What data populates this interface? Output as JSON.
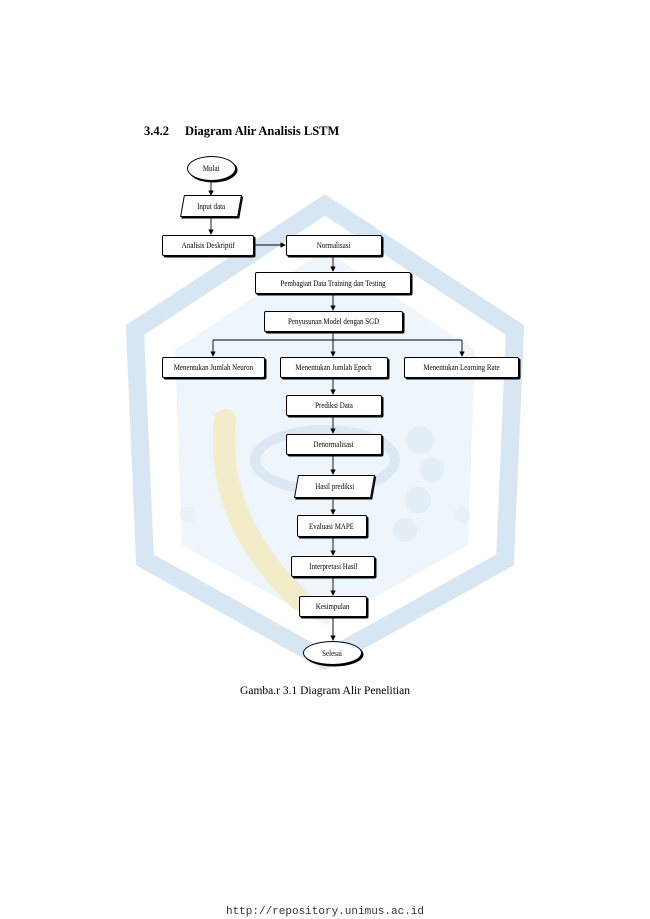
{
  "section": {
    "number": "3.4.2",
    "title": "Diagram Alir Analisis LSTM"
  },
  "flowchart": {
    "start": "Mulai",
    "input": "Input data",
    "descriptive": "Analisis Deskriptif",
    "normalization": "Normalisasi",
    "split": "Pembagian Data Training dan Testing",
    "model": "Penyusunan Model dengan SGD",
    "neurons": "Menentukan Jumlah Neuron",
    "epochs": "Menentukan Jumlah Epoch",
    "learning_rate": "Menentukan Learning Rate",
    "prediction": "Prediksi Data",
    "denormalization": "Denormalisasi",
    "result": "Hasil prediksi",
    "evaluation": "Evaluasi MAPE",
    "interpretation": "Interpretasi Hasil",
    "conclusion": "Kesimpulan",
    "end": "Selesai"
  },
  "caption": "Gamba.r 3.1 Diagram Alir Penelitian",
  "footer": "http://repository.unimus.ac.id",
  "colors": {
    "watermark": "#cfe0f0",
    "watermark_yellow": "#f4ecc4"
  }
}
